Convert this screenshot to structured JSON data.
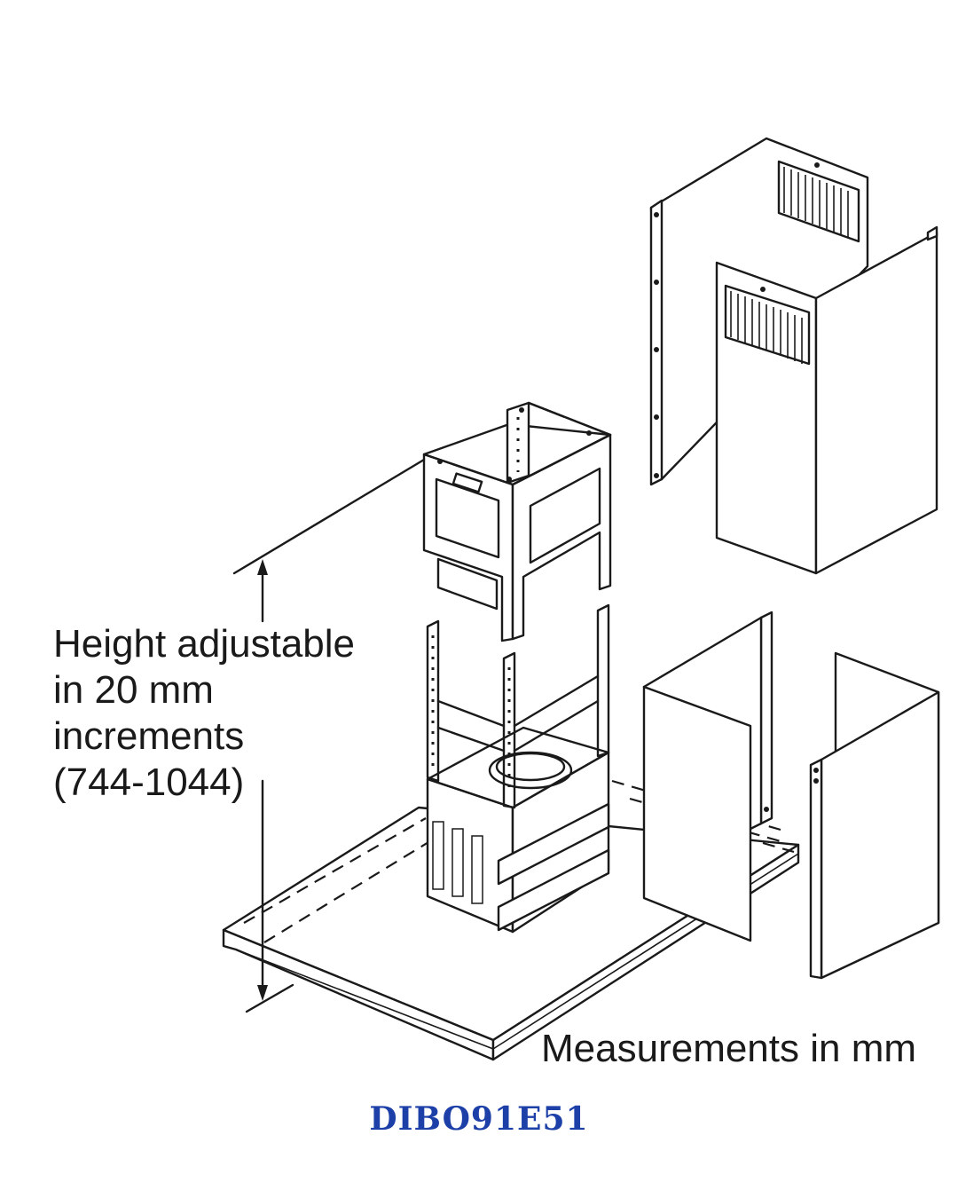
{
  "diagram": {
    "height_label_lines": [
      "Height adjustable",
      "in 20 mm",
      "increments",
      "(744-1044)"
    ],
    "measurement_note": "Measurements in mm"
  },
  "footer": {
    "model_code": "DIBO91E51",
    "model_code_color": "#1d3fa8"
  },
  "colors": {
    "line": "#1a1a1a",
    "background": "#ffffff"
  }
}
